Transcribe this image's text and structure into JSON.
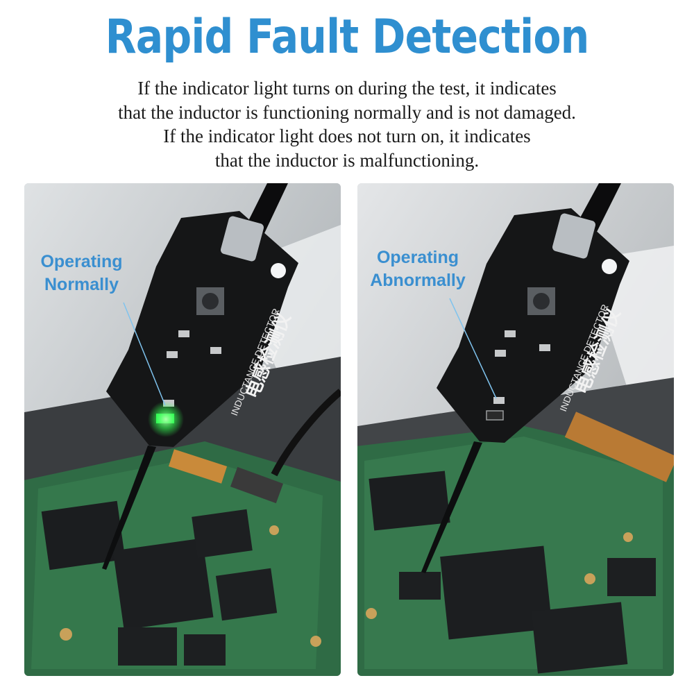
{
  "headline": "Rapid Fault Detection",
  "description": [
    "If the indicator light turns on during the test, it indicates",
    "that the inductor is functioning normally and is not damaged.",
    "If the indicator light does not turn on, it indicates",
    "that the inductor is malfunctioning."
  ],
  "panels": [
    {
      "callout": [
        "Operating",
        "Normally"
      ],
      "indicator_on": true
    },
    {
      "callout": [
        "Operating",
        "Abnormally"
      ],
      "indicator_on": false
    }
  ],
  "device": {
    "name_cn": "电感检测仪",
    "name_en": "INDUCTANCE DETECTOR"
  },
  "colors": {
    "headline": "#2f8fd0",
    "callout": "#3a8fd0",
    "indicator_on": "#35ff5a",
    "indicator_off": "#2a2a2a",
    "pcb": "#2f6b45",
    "device_body": "#151617"
  }
}
